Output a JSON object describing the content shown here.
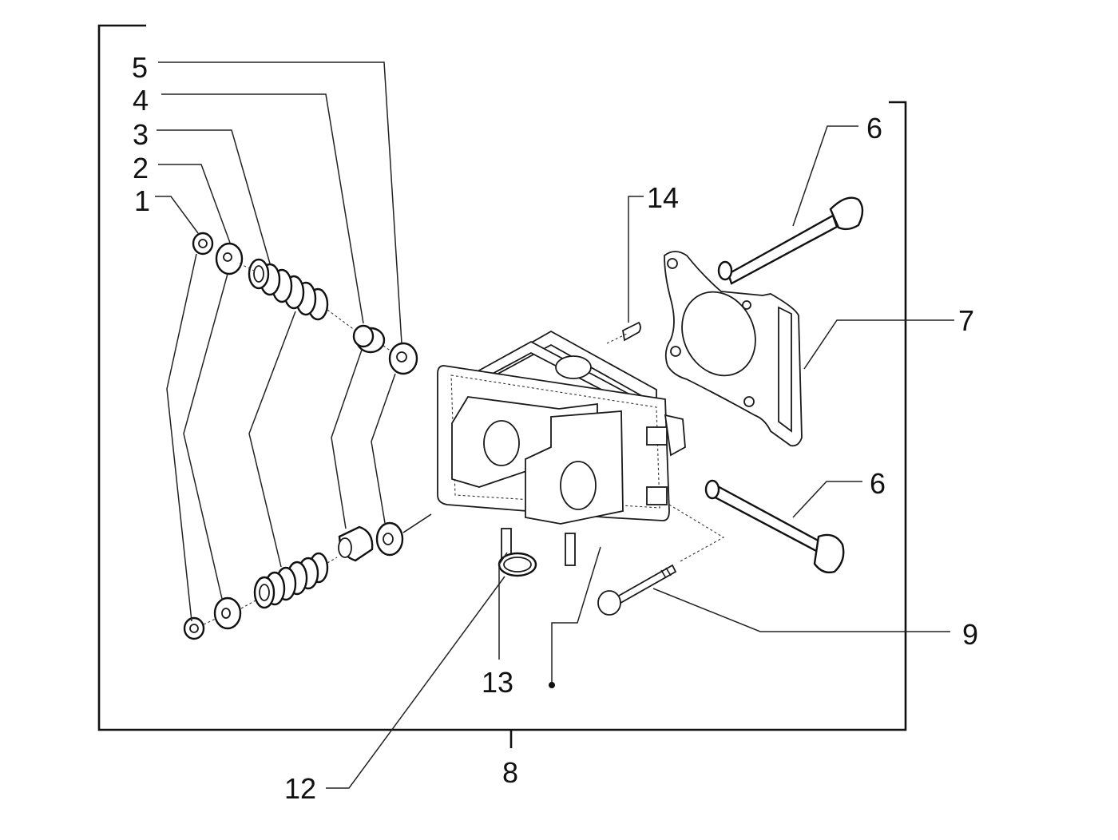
{
  "diagram": {
    "type": "exploded parts diagram",
    "subject": "cylinder head assembly with valves and valve springs",
    "callouts": [
      {
        "id": "1",
        "label": "1",
        "part": "valve cotter / keeper"
      },
      {
        "id": "2",
        "label": "2",
        "part": "upper spring cap"
      },
      {
        "id": "3",
        "label": "3",
        "part": "valve spring"
      },
      {
        "id": "4",
        "label": "4",
        "part": "valve stem seal"
      },
      {
        "id": "5",
        "label": "5",
        "part": "lower spring seat washer"
      },
      {
        "id": "6a",
        "label": "6",
        "part": "valve (upper)"
      },
      {
        "id": "6b",
        "label": "6",
        "part": "valve (lower)"
      },
      {
        "id": "7",
        "label": "7",
        "part": "cylinder head gasket"
      },
      {
        "id": "8",
        "label": "8",
        "part": "cylinder head assembly (bracketed group)"
      },
      {
        "id": "9",
        "label": "9",
        "part": "bolt"
      },
      {
        "id": "12",
        "label": "12",
        "part": "O-ring"
      },
      {
        "id": "13",
        "label": "13",
        "part": "stud bolts"
      },
      {
        "id": "14",
        "label": "14",
        "part": "dowel pin"
      }
    ]
  }
}
